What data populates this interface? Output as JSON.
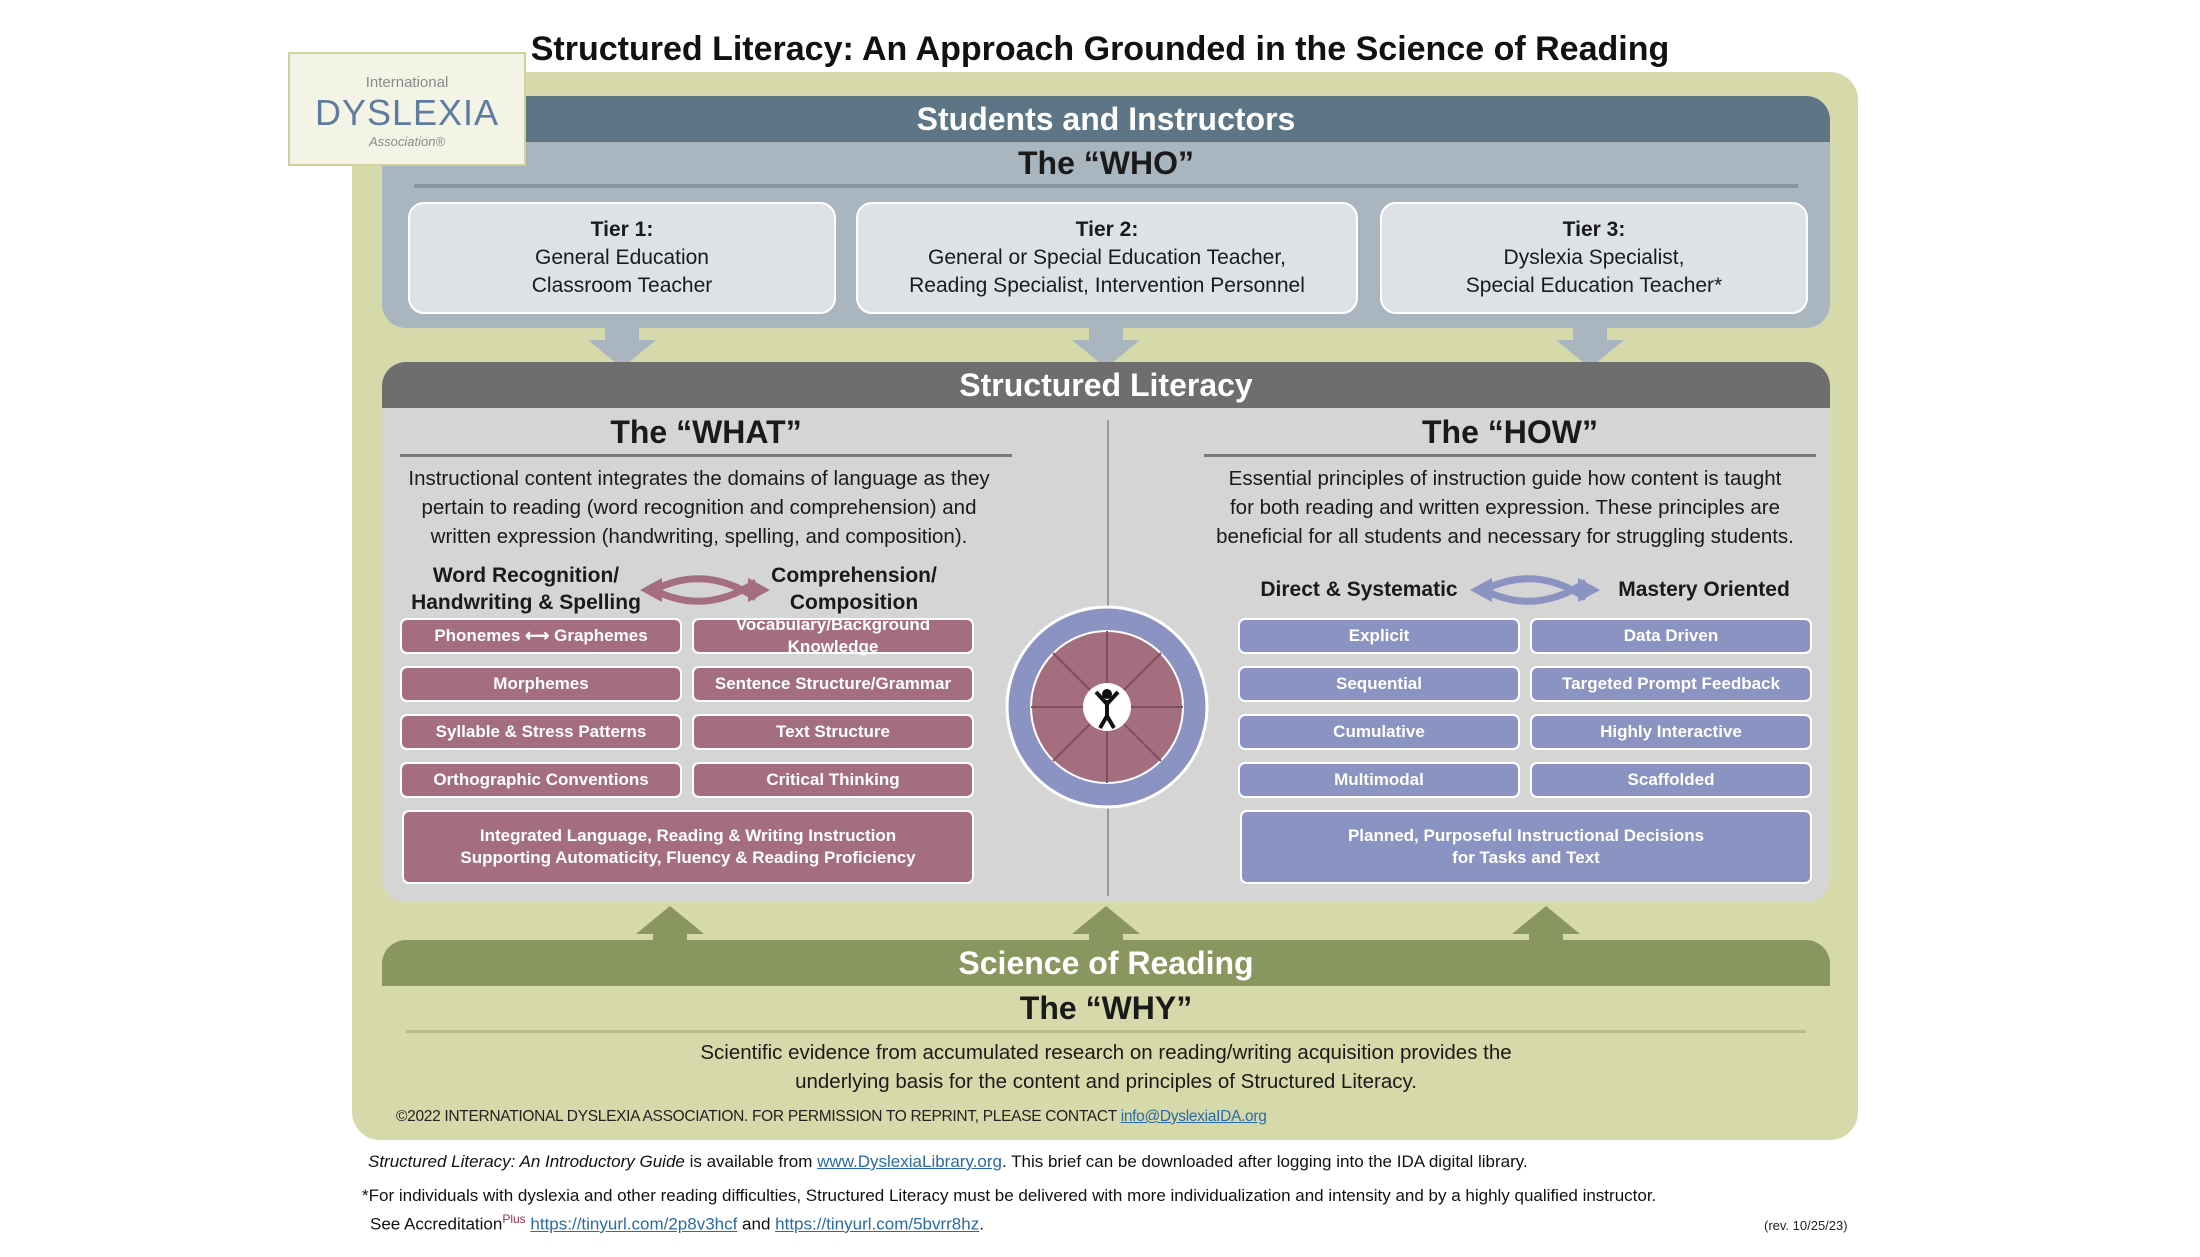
{
  "title": "Structured Literacy: An Approach Grounded in the Science of Reading",
  "logo": {
    "line1": "International",
    "line2": "DYSLEXIA",
    "line3": "Association®"
  },
  "who": {
    "header": "Students and Instructors",
    "subtitle": "The “WHO”",
    "tiers": [
      {
        "label": "Tier 1:",
        "line1": "General Education",
        "line2": "Classroom Teacher"
      },
      {
        "label": "Tier 2:",
        "line1": "General or Special Education Teacher,",
        "line2": "Reading Specialist, Intervention Personnel"
      },
      {
        "label": "Tier 3:",
        "line1": "Dyslexia Specialist,",
        "line2": "Special Education Teacher*"
      }
    ]
  },
  "structured_literacy": {
    "header": "Structured Literacy",
    "what": {
      "title": "The “WHAT”",
      "paragraph": [
        "Instructional content integrates the domains of language as they",
        "pertain to reading (word recognition and comprehension) and",
        "written expression (handwriting, spelling, and composition)."
      ],
      "left_head": [
        "Word Recognition/",
        "Handwriting & Spelling"
      ],
      "right_head": [
        "Comprehension/",
        "Composition"
      ],
      "left_items": [
        "Phonemes ⟷ Graphemes",
        "Morphemes",
        "Syllable & Stress Patterns",
        "Orthographic Conventions"
      ],
      "right_items": [
        "Vocabulary/Background Knowledge",
        "Sentence Structure/Grammar",
        "Text Structure",
        "Critical Thinking"
      ],
      "bottom": [
        "Integrated Language, Reading & Writing Instruction",
        "Supporting Automaticity, Fluency & Reading Proficiency"
      ]
    },
    "how": {
      "title": "The “HOW”",
      "paragraph": [
        "Essential principles of instruction guide how content is taught",
        "for both reading and written expression. These principles are",
        "beneficial for all students and necessary for struggling students."
      ],
      "left_head": "Direct & Systematic",
      "right_head": "Mastery Oriented",
      "left_items": [
        "Explicit",
        "Sequential",
        "Cumulative",
        "Multimodal"
      ],
      "right_items": [
        "Data Driven",
        "Targeted Prompt Feedback",
        "Highly Interactive",
        "Scaffolded"
      ],
      "bottom": [
        "Planned, Purposeful Instructional Decisions",
        "for Tasks and Text"
      ]
    }
  },
  "science": {
    "header": "Science of Reading",
    "subtitle": "The “WHY”",
    "text": [
      "Scientific evidence  from accumulated research on reading/writing acquisition provides the",
      "underlying basis for the content and principles of Structured Literacy."
    ]
  },
  "footer": {
    "copyright": "©2022 INTERNATIONAL DYSLEXIA ASSOCIATION. FOR PERMISSION TO REPRINT, PLEASE CONTACT",
    "copyright_link": "info@DyslexiaIDA.org",
    "guide_italic": "Structured Literacy: An Introductory Guide",
    "guide_mid": " is available from ",
    "guide_link": "www.DyslexiaLibrary.org",
    "guide_end": ". This brief can be downloaded after logging into the IDA digital library.",
    "note": "*For individuals with dyslexia and other reading difficulties, Structured Literacy must be delivered with more individualization and intensity and by a highly qualified instructor.",
    "see": "See Accreditation",
    "plus": "Plus",
    "link1": "https://tinyurl.com/2p8v3hcf",
    "and": " and ",
    "link2": "https://tinyurl.com/5bvrr8hz",
    "period": ".",
    "rev": "(rev. 10/25/23)"
  },
  "colors": {
    "who_header": "#5d7585",
    "who_band": "#a9b6c0",
    "sl_header": "#6e6e6e",
    "what_pill": "#a56e7e",
    "how_pill": "#8a93c1",
    "science": "#8a9660",
    "outer": "#d6d9a9"
  }
}
